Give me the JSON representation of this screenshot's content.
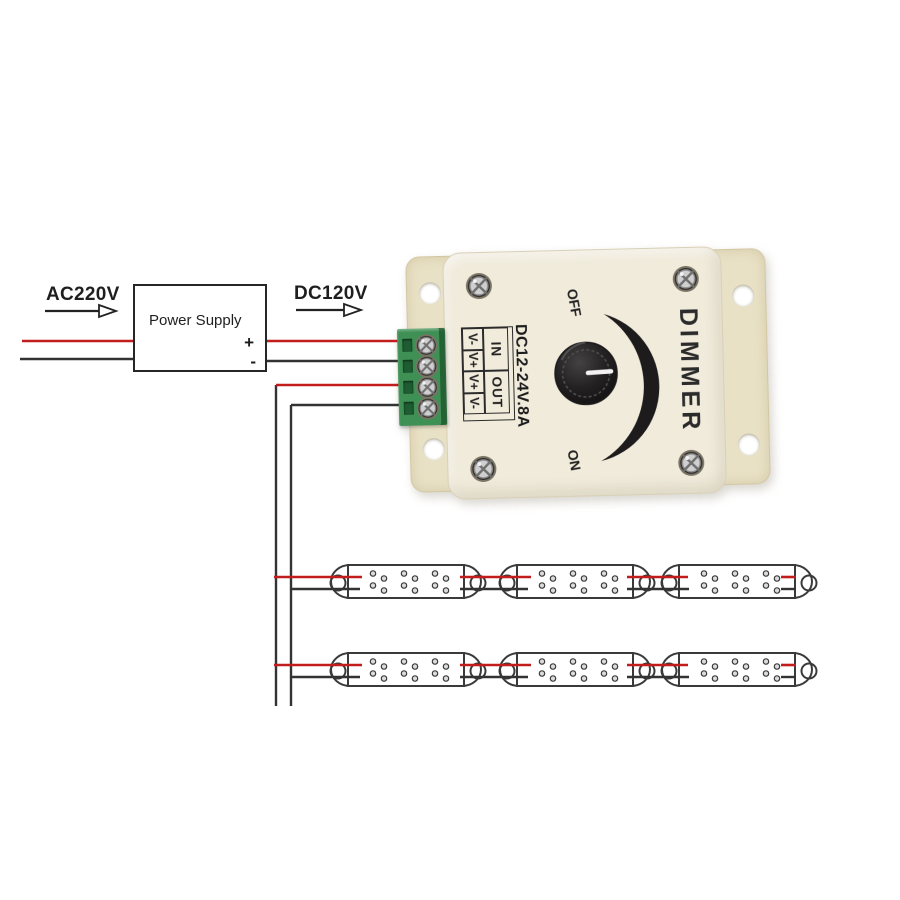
{
  "labels": {
    "ac_input": "AC220V",
    "dc_output": "DC120V",
    "power_supply": "Power Supply",
    "plus": "+",
    "minus": "-",
    "in": "IN",
    "out": "OUT",
    "terminals": [
      "V-",
      "V+",
      "V+",
      "V-"
    ],
    "rating": "DC12-24V.8A",
    "off": "OFF",
    "on": "ON",
    "device": "DIMMER"
  },
  "colors": {
    "background": "#ffffff",
    "wire_positive": "#c21d1d",
    "wire_negative": "#333333",
    "outline": "#3a3a3a",
    "backplate": "#e9e1c5",
    "faceplate": "#f0ebdb",
    "terminal_block": "#3f9055",
    "terminal_hole": "#1e5c31",
    "knob": "#1d1b1c",
    "dial_arc": "#1d1b1c",
    "led_dot_fill": "#dcdcdc",
    "led_dot_ring": "#8d8d8d"
  },
  "diagram": {
    "type": "wiring-diagram",
    "description": "AC220V mains feeds a power supply; its DC120V output wires into the IN terminals of a DC12-24V 8A rotary knob LED dimmer; the OUT terminals feed two parallel strings of three LED modules each.",
    "led_strips": {
      "rows": 2,
      "modules_per_row": 3,
      "led_clusters_per_module": 3,
      "leds_per_cluster": 4
    }
  }
}
